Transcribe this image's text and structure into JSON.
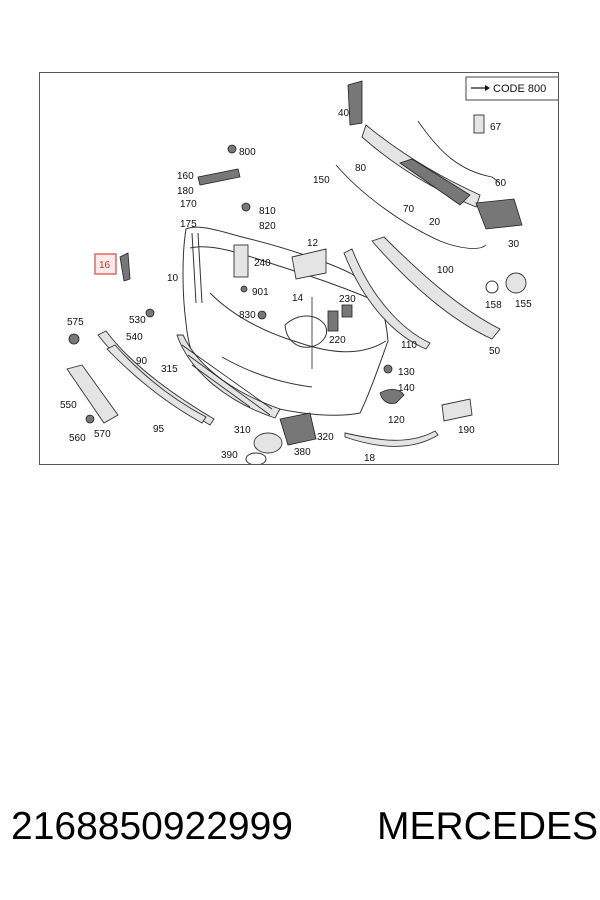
{
  "diagram": {
    "code_label": "CODE 800",
    "highlighted_label": "16",
    "callouts": {
      "c40": "40",
      "c67": "67",
      "c800": "800",
      "c160": "160",
      "c180": "180",
      "c170": "170",
      "c175": "175",
      "c810": "810",
      "c820": "820",
      "c150": "150",
      "c80": "80",
      "c60": "60",
      "c70": "70",
      "c20": "20",
      "c30": "30",
      "c12": "12",
      "c240": "240",
      "c10": "10",
      "c901": "901",
      "c100": "100",
      "c14": "14",
      "c230": "230",
      "c158": "158",
      "c155": "155",
      "c575": "575",
      "c530": "530",
      "c540": "540",
      "c830": "830",
      "c220": "220",
      "c110": "110",
      "c50": "50",
      "c90": "90",
      "c315": "315",
      "c130": "130",
      "c140": "140",
      "c550": "550",
      "c120": "120",
      "c190": "190",
      "c560": "560",
      "c570": "570",
      "c95": "95",
      "c310": "310",
      "c320": "320",
      "c390": "390",
      "c380": "380",
      "c18": "18"
    }
  },
  "footer": {
    "part_number": "2168850922999",
    "brand": "MERCEDES"
  },
  "colors": {
    "highlight_border": "#d9534f",
    "highlight_fill": "#fbeaea",
    "frame_border": "#555555"
  }
}
